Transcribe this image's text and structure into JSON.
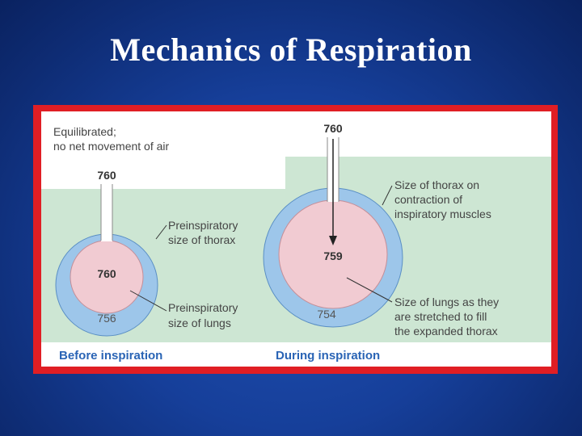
{
  "slide": {
    "title": "Mechanics of Respiration"
  },
  "figure": {
    "equilibrium_note": [
      "Equilibrated;",
      "no net movement of air"
    ],
    "before": {
      "caption": "Before inspiration",
      "atmospheric_pressure": "760",
      "alveolar_pressure": "760",
      "intrapleural_pressure": "756",
      "thorax_label": [
        "Preinspiratory",
        "size of thorax"
      ],
      "lungs_label": [
        "Preinspiratory",
        "size of lungs"
      ]
    },
    "during": {
      "caption": "During inspiration",
      "atmospheric_pressure": "760",
      "alveolar_pressure": "759",
      "intrapleural_pressure": "754",
      "thorax_label": [
        "Size of thorax on",
        "contraction of",
        "inspiratory muscles"
      ],
      "lungs_label": [
        "Size of lungs as they",
        "are stretched to fill",
        "the expanded thorax"
      ]
    },
    "colors": {
      "frame": "#e01e24",
      "air_background": "#cde6d3",
      "pleural_space": "#9dc6ea",
      "lung": "#f1cbd2",
      "airway": "#ffffff"
    }
  }
}
